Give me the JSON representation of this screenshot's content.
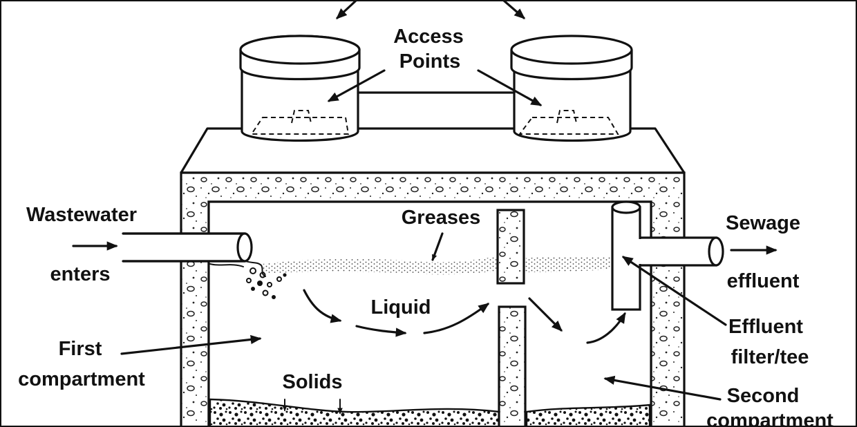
{
  "labels": {
    "access_line1": "Access",
    "access_line2": "Points",
    "wastewater": "Wastewater",
    "enters": "enters",
    "greases": "Greases",
    "liquid": "Liquid",
    "first_line1": "First",
    "first_line2": "compartment",
    "solids": "Solids",
    "sewage": "Sewage",
    "effluent": "effluent",
    "filter_line1": "Effluent",
    "filter_line2": "filter/tee",
    "second_line1": "Second",
    "second_line2": "compartment"
  },
  "colors": {
    "ink": "#111111",
    "background": "#ffffff",
    "concrete_speckle": "#222222"
  }
}
